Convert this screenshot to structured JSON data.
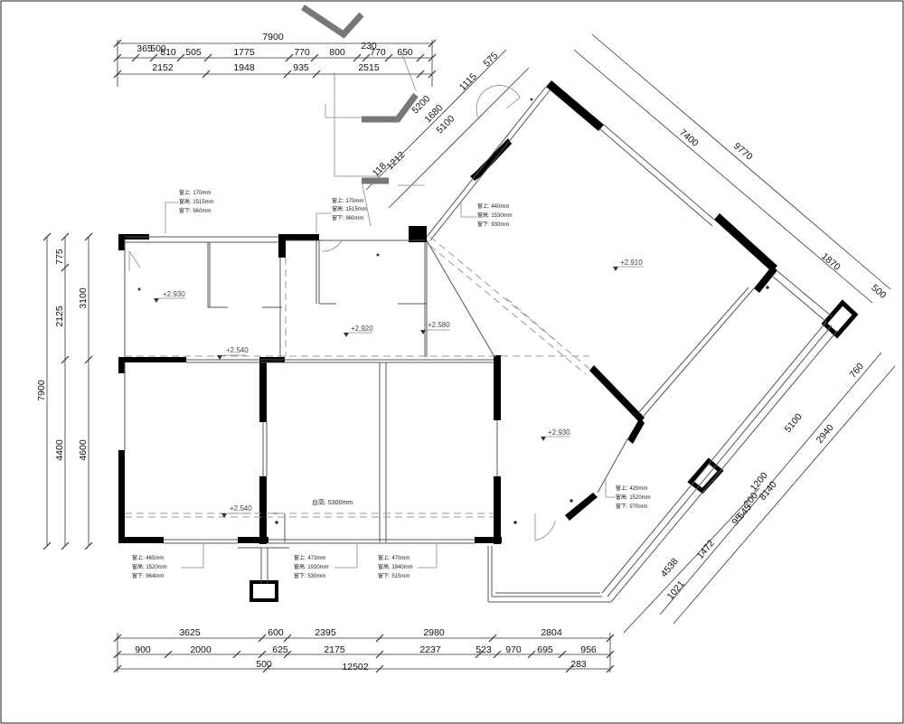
{
  "dimensions": {
    "top_total": "7900",
    "top_row1": [
      "365",
      "500",
      "810",
      "505",
      "1775",
      "770",
      "800",
      "230",
      "770",
      "650"
    ],
    "top_row2": [
      "2152",
      "1948",
      "935",
      "2515"
    ],
    "left_total": "7900",
    "left_outer": [
      "3100",
      "4600"
    ],
    "left_inner": [
      "775",
      "2125",
      "4400"
    ],
    "bottom_row1": [
      "3625",
      "600",
      "2395",
      "2980",
      "2804"
    ],
    "bottom_row2": [
      "900",
      "2000",
      "625",
      "2175",
      "2237",
      "523",
      "970",
      "695",
      "956"
    ],
    "bottom_total": "12502",
    "bottom_extra": [
      "500",
      "283"
    ],
    "diag_upper_left": [
      "5200",
      "1680",
      "1115",
      "575",
      "5100",
      "1212",
      "118"
    ],
    "diag_upper_right": [
      "7400",
      "9770",
      "1870",
      "500"
    ],
    "diag_right": [
      "760",
      "2940",
      "5100",
      "8140",
      "1200",
      "200",
      "545",
      "95"
    ],
    "diag_bottom_right": [
      "4538",
      "1472",
      "1021"
    ]
  },
  "levels": {
    "l1": "+2.930",
    "l2": "+2.920",
    "l3": "+2.580",
    "l4": "+2.540",
    "l5": "+2.910",
    "l6": "+2.930",
    "l7": "+2.540"
  },
  "notes": {
    "n1": [
      "窗上: 170mm",
      "窗高: 1515mm",
      "窗下: 960mm"
    ],
    "n2": [
      "窗上: 170mm",
      "窗高: 1515mm",
      "窗下: 960mm"
    ],
    "n3": [
      "窗上: 440mm",
      "窗高: 1530mm",
      "窗下: 930mm"
    ],
    "n4": [
      "窗上: 420mm",
      "窗高: 1520mm",
      "窗下: 970mm"
    ],
    "n5": [
      "窗上: 465mm",
      "窗高: 1520mm",
      "窗下: 964mm"
    ],
    "n6": [
      "窗上: 473mm",
      "窗高: 1930mm",
      "窗下: 530mm"
    ],
    "n7": [
      "窗上: 470mm",
      "窗高: 1940mm",
      "窗下: 515mm"
    ]
  },
  "counter_height": "台高: 5300mm"
}
